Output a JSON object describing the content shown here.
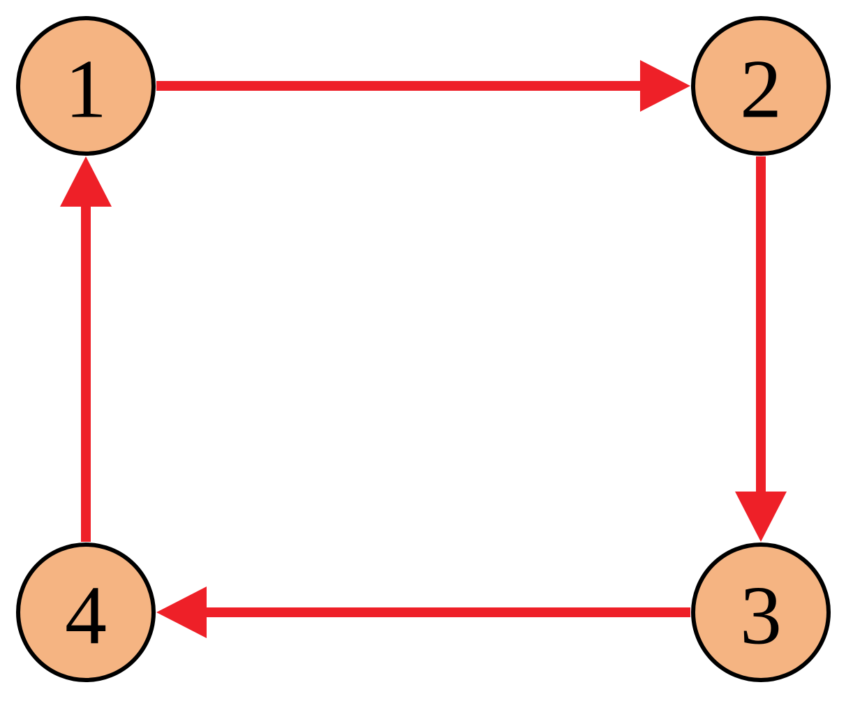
{
  "colors": {
    "node_fill": "#F5B482",
    "node_stroke": "#000000",
    "edge": "#EE2028"
  },
  "nodes": [
    {
      "id": "1",
      "label": "1"
    },
    {
      "id": "2",
      "label": "2"
    },
    {
      "id": "3",
      "label": "3"
    },
    {
      "id": "4",
      "label": "4"
    }
  ],
  "edges": [
    {
      "from": "1",
      "to": "2"
    },
    {
      "from": "2",
      "to": "3"
    },
    {
      "from": "3",
      "to": "4"
    },
    {
      "from": "4",
      "to": "1"
    }
  ]
}
